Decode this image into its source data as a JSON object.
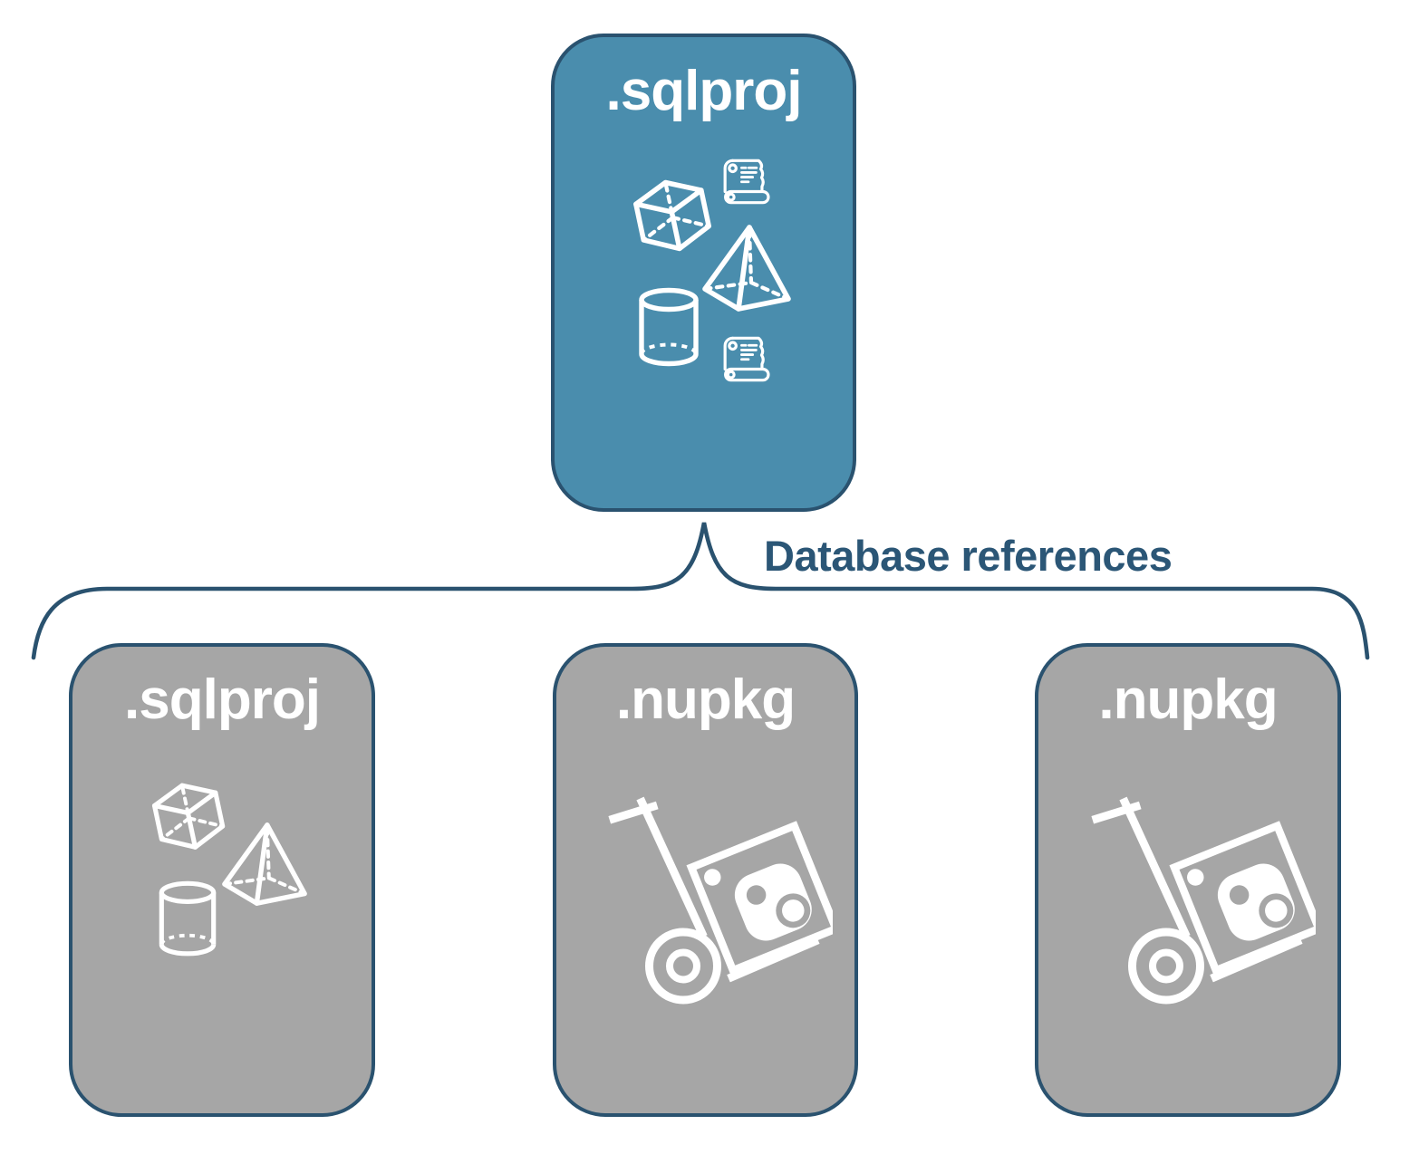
{
  "connector": {
    "label": "Database references"
  },
  "cards": [
    {
      "label": ".sqlproj",
      "fill": "#4A8DAD",
      "icons": [
        "cube-icon",
        "scroll-icon",
        "pyramid-icon",
        "cylinder-icon",
        "scroll-icon"
      ]
    },
    {
      "label": ".sqlproj",
      "fill": "#A6A6A6",
      "icons": [
        "cube-icon",
        "pyramid-icon",
        "cylinder-icon"
      ]
    },
    {
      "label": ".nupkg",
      "fill": "#A6A6A6",
      "icons": [
        "package-dolly-icon"
      ]
    },
    {
      "label": ".nupkg",
      "fill": "#A6A6A6",
      "icons": [
        "package-dolly-icon"
      ]
    }
  ],
  "colors": {
    "root_card_fill": "#4A8DAD",
    "child_card_fill": "#A6A6A6",
    "outline_and_brace": "#2A526F",
    "card_label_text": "#FFFFFF",
    "connector_label_text": "#2B5676",
    "icon_stroke": "#FFFFFF"
  }
}
